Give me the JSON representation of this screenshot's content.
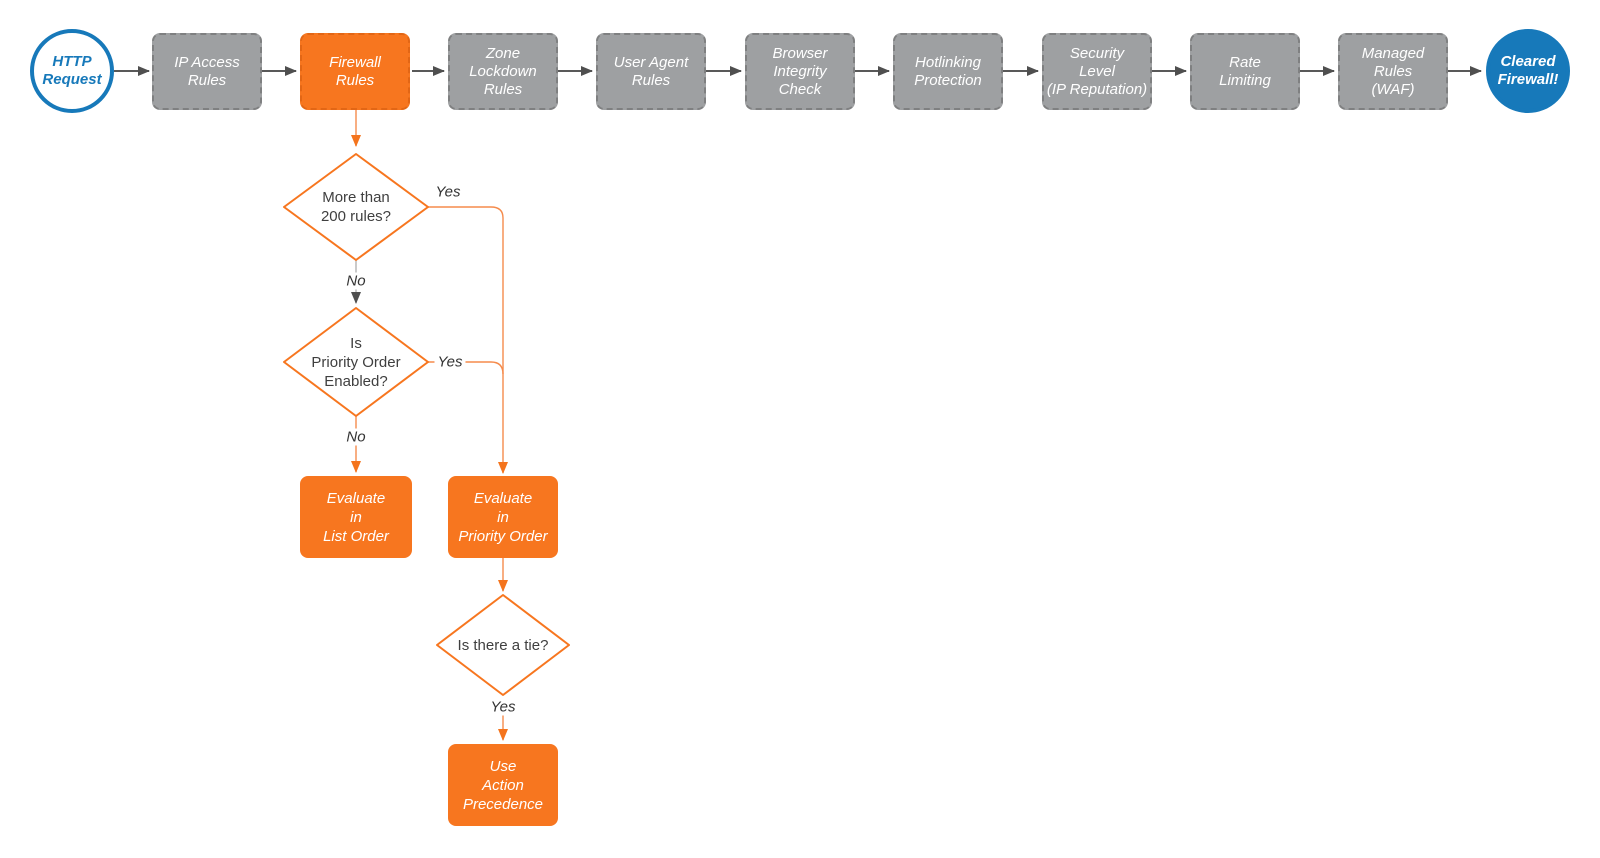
{
  "colors": {
    "blue": "#1779BA",
    "orange": "#F7761F",
    "gray": "#9EA0A2",
    "connector_dark": "#595959",
    "connector_orange": "#F58B4C"
  },
  "pipeline": {
    "start_label": "HTTP\nRequest",
    "end_label": "Cleared\nFirewall!",
    "stages": [
      {
        "label": "IP Access\nRules",
        "color": "gray"
      },
      {
        "label": "Firewall\nRules",
        "color": "orange"
      },
      {
        "label": "Zone\nLockdown\nRules",
        "color": "gray"
      },
      {
        "label": "User Agent\nRules",
        "color": "gray"
      },
      {
        "label": "Browser\nIntegrity\nCheck",
        "color": "gray"
      },
      {
        "label": "Hotlinking\nProtection",
        "color": "gray"
      },
      {
        "label": "Security\nLevel\n(IP Reputation)",
        "color": "gray"
      },
      {
        "label": "Rate\nLimiting",
        "color": "gray"
      },
      {
        "label": "Managed\nRules\n(WAF)",
        "color": "gray"
      }
    ]
  },
  "firewall_subflow": {
    "decision_rules_count": "More than\n200 rules?",
    "decision_priority_enabled": "Is\nPriority Order\nEnabled?",
    "decision_tie": "Is there a tie?",
    "result_list_order": "Evaluate\nin\nList Order",
    "result_priority_order": "Evaluate\nin\nPriority Order",
    "result_action_precedence": "Use\nAction\nPrecedence",
    "labels": {
      "yes1": "Yes",
      "no1": "No",
      "yes2": "Yes",
      "no2": "No",
      "yes3": "Yes"
    }
  }
}
